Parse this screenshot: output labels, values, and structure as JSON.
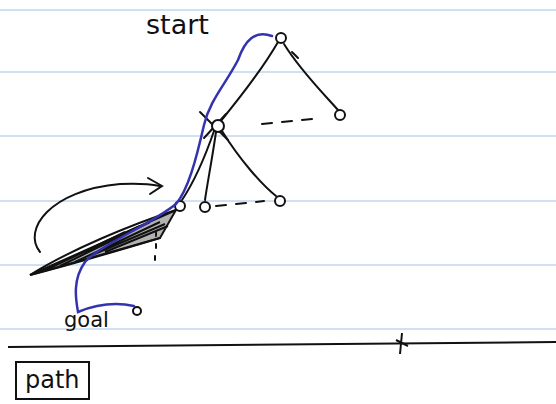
{
  "diagram": {
    "nodes": [
      {
        "text": [
          "path"
        ]
      }
    ],
    "labels": [
      "start",
      "goal"
    ]
  }
}
